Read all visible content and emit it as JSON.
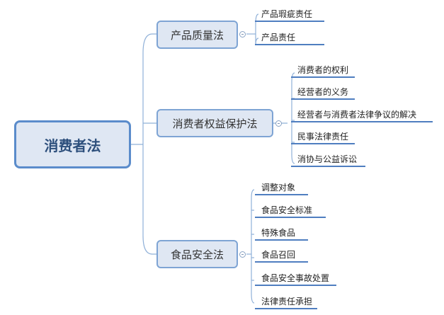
{
  "root": {
    "label": "消费者法"
  },
  "branches": [
    {
      "label": "产品质量法",
      "children": [
        "产品瑕疵责任",
        "产品责任"
      ]
    },
    {
      "label": "消费者权益保护法",
      "children": [
        "消费者的权利",
        "经营者的义务",
        "经营者与消费者法律争议的解决",
        "民事法律责任",
        "消协与公益诉讼"
      ]
    },
    {
      "label": "食品安全法",
      "children": [
        "调整对象",
        "食品安全标准",
        "特殊食品",
        "食品召回",
        "食品安全事故处置",
        "法律责任承担"
      ]
    }
  ]
}
